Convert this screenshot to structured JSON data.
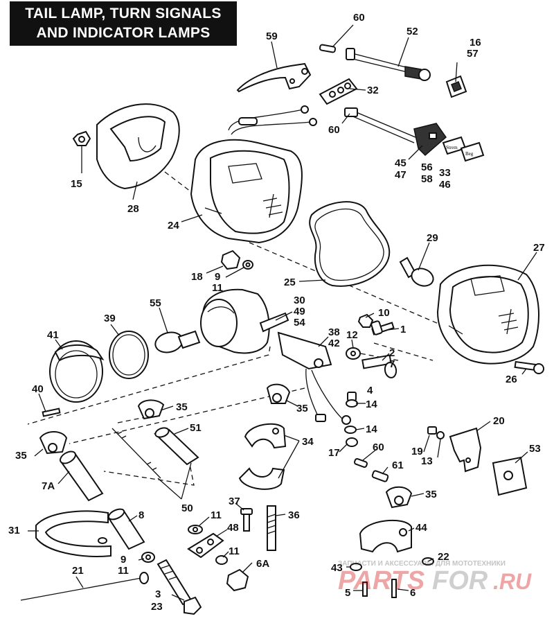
{
  "title": {
    "line1": "TAIL LAMP, TURN SIGNALS",
    "line2": "AND INDICATOR LAMPS"
  },
  "labels": {
    "l60a": "60",
    "l52": "52",
    "l16": "16",
    "l57": "57",
    "l59": "59",
    "l32": "32",
    "l60b": "60",
    "l15": "15",
    "l28": "28",
    "l45": "45",
    "l47": "47",
    "l56": "56",
    "l58": "58",
    "l33": "33",
    "l46": "46",
    "l24": "24",
    "l29": "29",
    "l27": "27",
    "l25": "25",
    "l18": "18",
    "l9a": "9",
    "l11a": "11",
    "l30": "30",
    "l49": "49",
    "l54": "54",
    "l55": "55",
    "l39": "39",
    "l41": "41",
    "l10": "10",
    "l1": "1",
    "l38": "38",
    "l42": "42",
    "l12": "12",
    "l2": "2",
    "l7": "7",
    "l26": "26",
    "l40": "40",
    "l35a": "35",
    "l35b": "35",
    "l4": "4",
    "l14a": "14",
    "l14b": "14",
    "l51": "51",
    "l35c": "35",
    "l34": "34",
    "l20": "20",
    "l19": "19",
    "l13": "13",
    "l17": "17",
    "l60c": "60",
    "l53": "53",
    "l61": "61",
    "l7A": "7A",
    "l50": "50",
    "l35d": "35",
    "l37": "37",
    "l36": "36",
    "l8": "8",
    "l31": "31",
    "l11b": "11",
    "l48": "48",
    "l44": "44",
    "l9b": "9",
    "l11c": "11",
    "l11d": "11",
    "l6A": "6A",
    "l21": "21",
    "l22": "22",
    "l43": "43",
    "l3": "3",
    "l23": "23",
    "l5": "5",
    "l6": "6"
  },
  "stickers": {
    "s56": "Strem",
    "s33": "Beg"
  },
  "watermark": {
    "top": "ЗАПЧАСТИ И АКСЕССУАРЫ ДЛЯ МОТОТЕХНИКИ",
    "brand1": "PARTS",
    "brand2": "FOR",
    "tld": ".RU"
  }
}
